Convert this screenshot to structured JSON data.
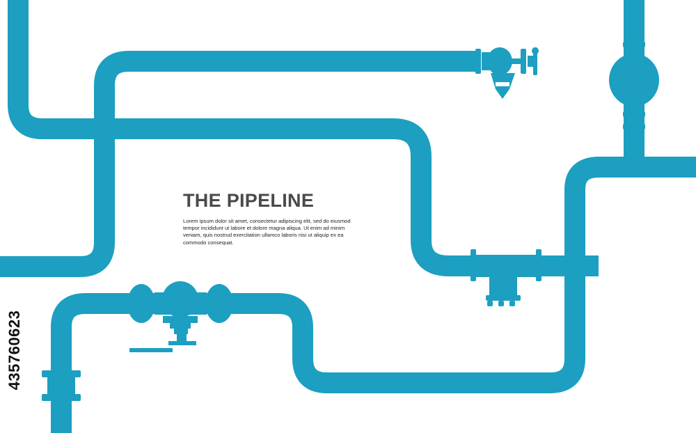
{
  "illustration": {
    "title": "THE PIPELINE",
    "body": "Lorem ipsum dolor sit amet, consectetur adipiscing elit, sed do eiusmod tempor incididunt ut labore et dolore magna aliqua. Ut enim ad minim veniam, quis nostrud exercitation ullamco laboris nisi ut aliquip ex ea commodo consequat.",
    "stock_id": "435760623"
  },
  "colors": {
    "pipe": "#1c9fc1",
    "title": "#4a4a4a",
    "body": "#222222",
    "background": "#ffffff"
  },
  "icons": [
    "valve-handle-icon",
    "round-gauge-icon",
    "flange-joint-icon",
    "filter-strainer-icon",
    "ball-valve-icon"
  ]
}
